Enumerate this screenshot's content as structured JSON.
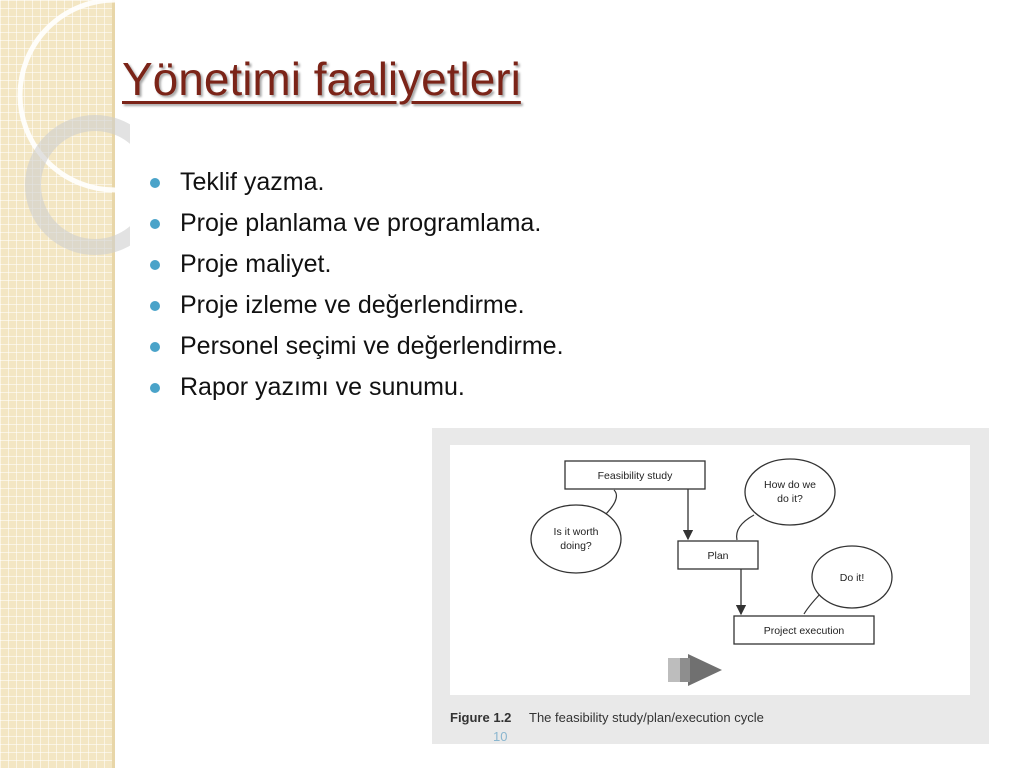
{
  "slide": {
    "title": "Yönetimi faaliyetleri",
    "bullets": [
      "Teklif yazma.",
      "Proje planlama ve programlama.",
      "Proje maliyet.",
      "Proje izleme ve değerlendirme.",
      "Personel seçimi ve değerlendirme.",
      "Rapor yazımı ve sunumu."
    ],
    "page_number": "10",
    "colors": {
      "title": "#7b2418",
      "bullet": "#4aa3c9",
      "sidebar": "#f3e6c3"
    }
  },
  "figure": {
    "boxes": {
      "feasibility": "Feasibility study",
      "plan": "Plan",
      "execution": "Project execution"
    },
    "bubbles": {
      "worth": [
        "Is it worth",
        "doing?"
      ],
      "how": [
        "How do we",
        "do it?"
      ],
      "doit": [
        "Do it!"
      ]
    },
    "caption_label": "Figure 1.2",
    "caption_text": "The feasibility study/plan/execution cycle"
  }
}
